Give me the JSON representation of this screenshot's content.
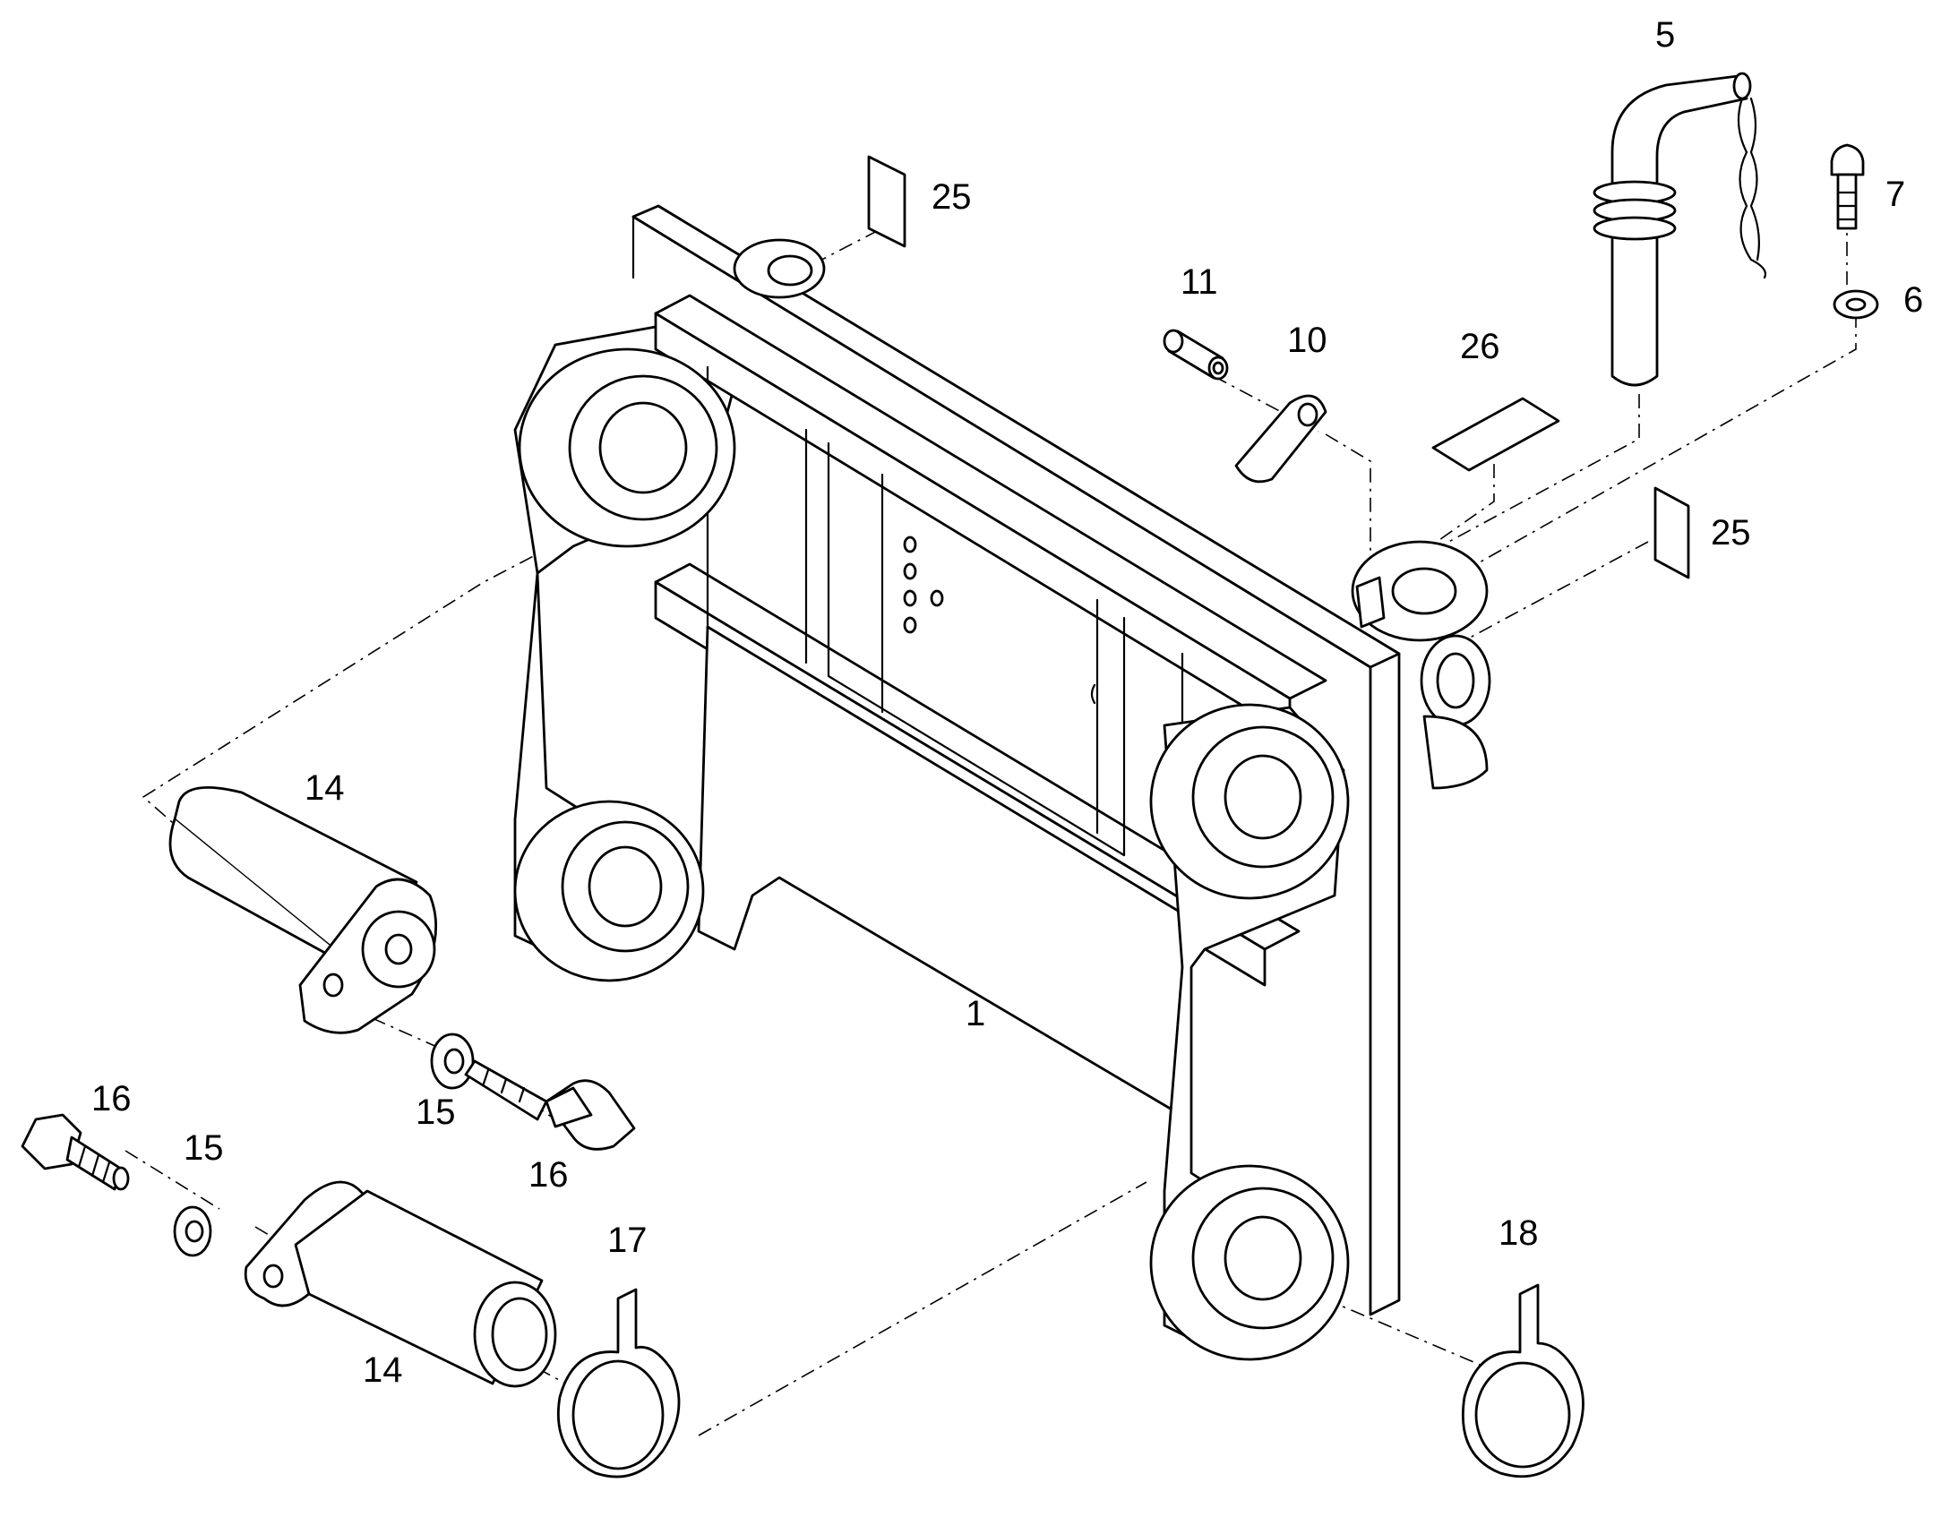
{
  "colors": {
    "line": "#000000",
    "background": "#ffffff"
  },
  "callouts": {
    "frame": "1",
    "lock_pin": "5",
    "washer_small": "6",
    "bolt_small": "7",
    "plate_arm": "10",
    "bushing": "11",
    "pin_upper": "14",
    "pin_lower": "14",
    "washer_mid": "15",
    "washer_left": "15",
    "bolt_mid": "16",
    "bolt_left": "16",
    "tab_washer_left": "17",
    "tab_washer_right": "18",
    "decal_top": "25",
    "decal_right": "25",
    "decal_26": "26"
  }
}
